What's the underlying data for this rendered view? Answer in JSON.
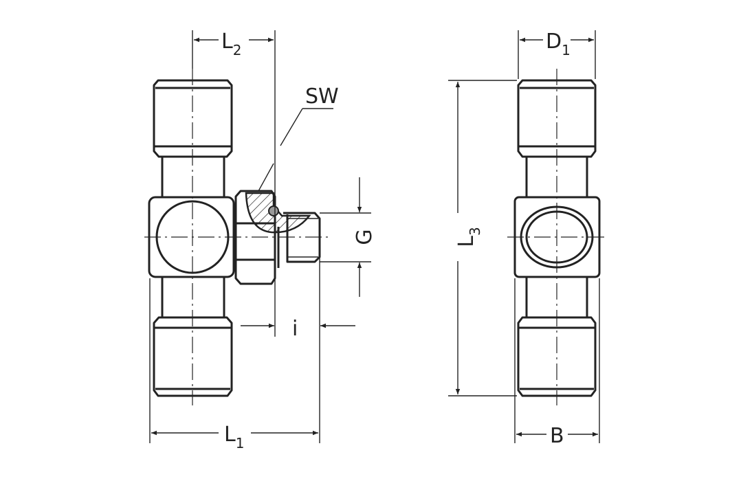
{
  "drawing": {
    "labels": {
      "L2": {
        "main": "L",
        "sub": "2"
      },
      "SW": "SW",
      "G": "G",
      "i": "i",
      "L1": {
        "main": "L",
        "sub": "1"
      },
      "D1": {
        "main": "D",
        "sub": "1"
      },
      "L3": {
        "main": "L",
        "sub": "3"
      },
      "B": "B"
    },
    "colors": {
      "line": "#222222",
      "seal": "#999999",
      "background": "#ffffff"
    }
  }
}
